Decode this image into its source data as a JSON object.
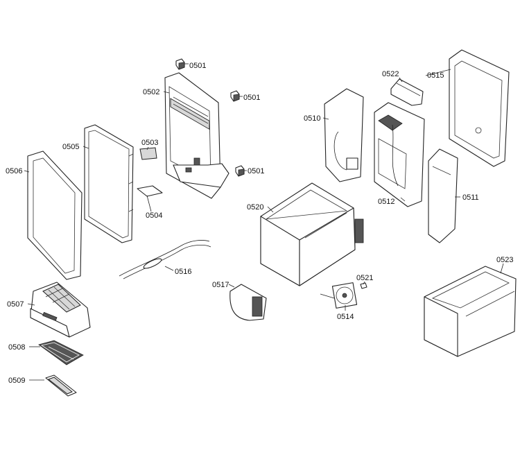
{
  "parts": [
    {
      "id": "p0501a",
      "label": "0501"
    },
    {
      "id": "p0501b",
      "label": "0501"
    },
    {
      "id": "p0501c",
      "label": "0501"
    },
    {
      "id": "p0502",
      "label": "0502"
    },
    {
      "id": "p0503",
      "label": "0503"
    },
    {
      "id": "p0504",
      "label": "0504"
    },
    {
      "id": "p0505",
      "label": "0505"
    },
    {
      "id": "p0506",
      "label": "0506"
    },
    {
      "id": "p0507",
      "label": "0507"
    },
    {
      "id": "p0508",
      "label": "0508"
    },
    {
      "id": "p0509",
      "label": "0509"
    },
    {
      "id": "p0510",
      "label": "0510"
    },
    {
      "id": "p0511",
      "label": "0511"
    },
    {
      "id": "p0512",
      "label": "0512"
    },
    {
      "id": "p0514",
      "label": "0514"
    },
    {
      "id": "p0515",
      "label": "0515"
    },
    {
      "id": "p0516",
      "label": "0516"
    },
    {
      "id": "p0517",
      "label": "0517"
    },
    {
      "id": "p0520",
      "label": "0520"
    },
    {
      "id": "p0521",
      "label": "0521"
    },
    {
      "id": "p0522",
      "label": "0522"
    },
    {
      "id": "p0523",
      "label": "0523"
    }
  ]
}
